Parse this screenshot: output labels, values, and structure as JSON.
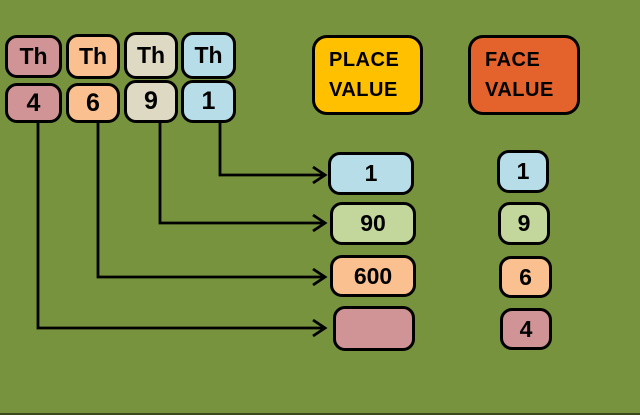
{
  "colors": {
    "background": "#78933D",
    "mauve": "#D09497",
    "peach": "#FAC090",
    "tan": "#DDD9C3",
    "blue": "#B7DEE8",
    "green": "#C3D69B",
    "place_value_title": "#FFC000",
    "face_value_title": "#E4622C",
    "border": "#000000"
  },
  "digits_panel": {
    "columns": [
      {
        "header": "Th",
        "digit": "4",
        "color_name": "mauve"
      },
      {
        "header": "Th",
        "digit": "6",
        "color_name": "peach"
      },
      {
        "header": "Th",
        "digit": "9",
        "color_name": "tan"
      },
      {
        "header": "Th",
        "digit": "1",
        "color_name": "blue"
      }
    ]
  },
  "place_value_column": {
    "title": "PLACE VALUE",
    "boxes": [
      {
        "value": "1",
        "color_name": "blue"
      },
      {
        "value": "90",
        "color_name": "green"
      },
      {
        "value": "600",
        "color_name": "peach"
      },
      {
        "value": "",
        "color_name": "mauve"
      }
    ]
  },
  "face_value_column": {
    "title": "FACE VALUE",
    "boxes": [
      {
        "value": "1",
        "color_name": "blue"
      },
      {
        "value": "9",
        "color_name": "green"
      },
      {
        "value": "6",
        "color_name": "peach"
      },
      {
        "value": "4",
        "color_name": "mauve"
      }
    ]
  },
  "arrows": [
    {
      "from_digit": "1",
      "to_place_value": "1"
    },
    {
      "from_digit": "9",
      "to_place_value": "90"
    },
    {
      "from_digit": "6",
      "to_place_value": "600"
    },
    {
      "from_digit": "4",
      "to_place_value": ""
    }
  ]
}
